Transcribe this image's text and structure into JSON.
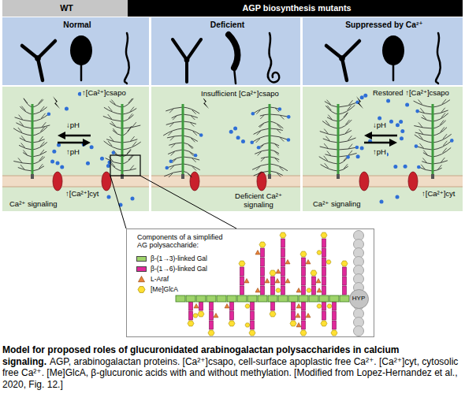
{
  "diagram": {
    "title": "Model for proposed roles of glucuronidated arabinogalactan polysaccharides in calcium signaling.",
    "caption": "AGP, arabinogalactan proteins. [Ca²⁺]csapo, cell-surface apoplastic free Ca²⁺. [Ca²⁺]cyt, cytosolic free Ca²⁺. [Me]GlcA, β-glucuronic acids with and without methylation. [Modified from Lopez-Hernandez et al., 2020, Fig. 12.]",
    "nodes": [
      {
        "text": [
          "WT"
        ]
      },
      {
        "text": [
          "AGP biosynthesis mutants"
        ]
      },
      {
        "text": [
          "Normal"
        ]
      },
      {
        "text": [
          "Deficient"
        ]
      },
      {
        "text": [
          "Suppressed by Ca²⁺"
        ]
      },
      {
        "text": [
          "↑[Ca²⁺]csapo",
          "↓pH",
          "↑pH",
          "Ca²⁺ signaling",
          "↑[Ca²⁺]cyt"
        ]
      },
      {
        "text": [
          "Insufficient [Ca²⁺]csapo",
          "Deficient Ca²⁺ signaling"
        ]
      },
      {
        "text": [
          "Restored ↑[Ca²⁺]csapo",
          "↓pH",
          "↑pH",
          "Ca²⁺ signaling",
          "↑[Ca²⁺]cyt"
        ]
      },
      {
        "text": [
          "Components of a simplified AG polysaccharide:"
        ]
      },
      {
        "text": [
          "HYP"
        ],
        "in": 8
      }
    ],
    "legend": [
      {
        "text": "β-(1→3)-linked Gal",
        "color": "#9ed36a"
      },
      {
        "text": "β-(1→6)-linked Gal",
        "color": "#e0289b"
      },
      {
        "text": "L-Araf"
      },
      {
        "text": "[Me]GlcA"
      }
    ]
  }
}
